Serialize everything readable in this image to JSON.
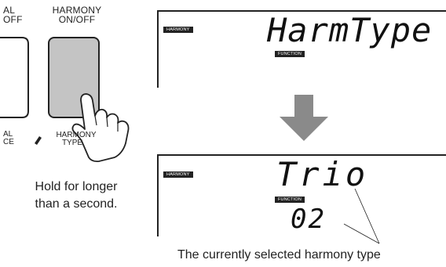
{
  "left_panel": {
    "partial_button_label_line1": "AL",
    "partial_button_label_line2": "OFF",
    "harmony_label_line1": "HARMONY",
    "harmony_label_line2": "ON/OFF",
    "bottom_left_line1": "AL",
    "bottom_left_line2": "CE",
    "harmony_type_line1": "HARMONY",
    "harmony_type_line2": "TYPE",
    "caption_line1": "Hold for longer",
    "caption_line2": "than a second."
  },
  "display_top": {
    "harmony_tag": "HARMONY",
    "main_text": "HarmType",
    "function_tag": "FUNCTION"
  },
  "display_bottom": {
    "harmony_tag": "HARMONY",
    "main_text": "Trio",
    "function_tag": "FUNCTION",
    "number_text": "02"
  },
  "annotation": {
    "caption": "The currently selected harmony type"
  },
  "colors": {
    "arrow": "#8a8a8a",
    "button_fill": "#c4c4c4",
    "tag_bg": "#222222"
  }
}
